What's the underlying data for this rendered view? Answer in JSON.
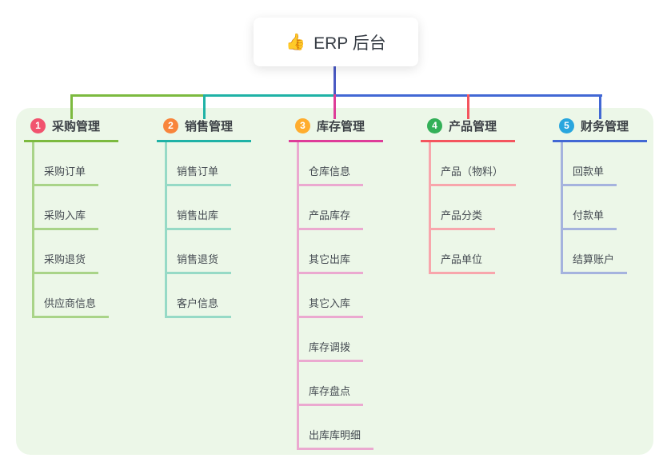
{
  "root": {
    "icon": "👍",
    "label": "ERP 后台",
    "line_color": "#4a5ac4"
  },
  "panel": {
    "background": "#ecf7e8"
  },
  "branches": [
    {
      "num": "1",
      "label": "采购管理",
      "badge_color": "#f1536e",
      "line_color": "#7cba3f",
      "child_line_color": "#a9d488",
      "children": [
        "采购订单",
        "采购入库",
        "采购退货",
        "供应商信息"
      ]
    },
    {
      "num": "2",
      "label": "销售管理",
      "badge_color": "#f8853c",
      "line_color": "#1fb2a6",
      "child_line_color": "#96dac6",
      "children": [
        "销售订单",
        "销售出库",
        "销售退货",
        "客户信息"
      ]
    },
    {
      "num": "3",
      "label": "库存管理",
      "badge_color": "#ffad2e",
      "line_color": "#de3d99",
      "child_line_color": "#eba9d0",
      "children": [
        "仓库信息",
        "产品库存",
        "其它出库",
        "其它入库",
        "库存调拨",
        "库存盘点",
        "出库库明细"
      ]
    },
    {
      "num": "4",
      "label": "产品管理",
      "badge_color": "#33b058",
      "line_color": "#f4555e",
      "child_line_color": "#f8a6ac",
      "children": [
        "产品（物料）",
        "产品分类",
        "产品单位"
      ]
    },
    {
      "num": "5",
      "label": "财务管理",
      "badge_color": "#29a6de",
      "line_color": "#4268d4",
      "child_line_color": "#a5b3de",
      "children": [
        "回款单",
        "付款单",
        "结算账户"
      ]
    }
  ]
}
